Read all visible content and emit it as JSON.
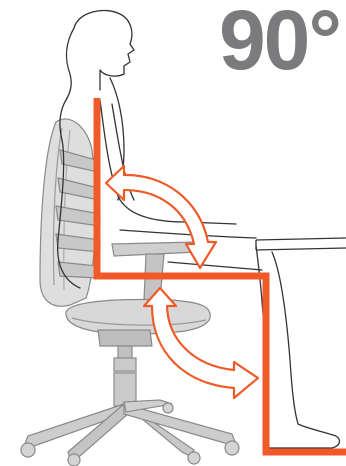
{
  "diagram": {
    "angle_label": "90°",
    "colors": {
      "accent": "#f05a28",
      "label": "#7b7b7d",
      "chair": "#b8b8b8",
      "chair_dark": "#8a8a8a",
      "outline": "#333333"
    },
    "icons": {
      "hip_angle_arrow": "double-headed-curved-arrow",
      "knee_angle_arrow": "double-headed-curved-arrow"
    }
  }
}
